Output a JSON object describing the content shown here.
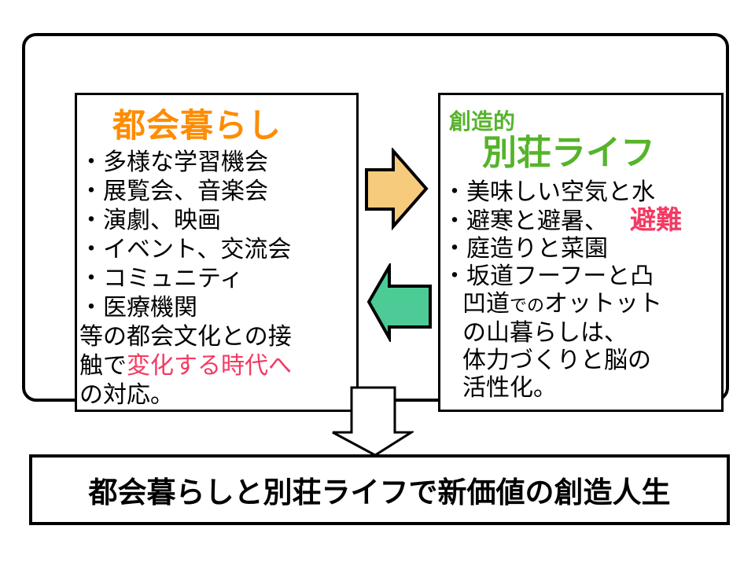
{
  "left_box": {
    "title": "都会暮らし",
    "bullets": [
      "・多様な学習機会",
      "・展覧会、音楽会",
      "・演劇、映画",
      "・イベント、交流会",
      "・コミュニティ",
      "・医療機関"
    ],
    "footer_line1": "等の都会文化との接",
    "footer_line2_black": "触で",
    "footer_line2_red": "変化する時代へ",
    "footer_line3_red": "の対応。"
  },
  "right_box": {
    "title_small": "創造的",
    "title": "別荘ライフ",
    "bullet1": "・美味しい空気と水",
    "bullet2_black": "・避寒と避暑、",
    "bullet2_red": "避難",
    "bullet3": "・庭造りと菜園",
    "bullet4_line1": "・坂道フーフーと凸",
    "bullet4_line2_a": "凹道",
    "bullet4_line2_small": "での",
    "bullet4_line2_b": "オットット",
    "bullet4_line3": "の山暮らしは、",
    "bullet4_line4_red": "体力づくりと脳の",
    "bullet4_line5_red": "活性化。"
  },
  "arrows": {
    "right_arrow_color": "#F6CB7B",
    "left_arrow_color": "#4CCB96",
    "down_arrow_color": "#FFFFFF"
  },
  "bottom_box": {
    "text": "都会暮らしと別荘ライフで新価値の創造人生"
  },
  "colors": {
    "title_orange": "#FF8C00",
    "title_green": "#55B42A",
    "accent_red": "#F43A62",
    "border_black": "#000000"
  }
}
